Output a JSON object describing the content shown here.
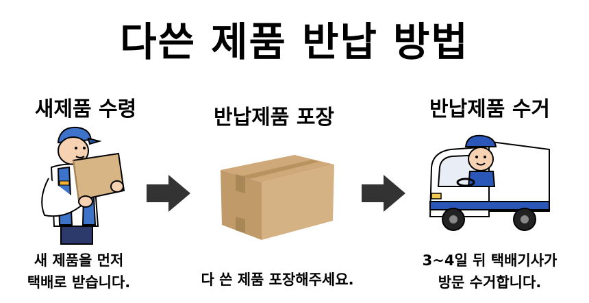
{
  "title": "다쓴 제품 반납 방법",
  "steps": [
    {
      "title": "새제품 수령",
      "desc_lines": [
        "새 제품을 먼저",
        "택배로 받습니다."
      ]
    },
    {
      "title": "반납제품 포장",
      "desc_lines": [
        "다 쓴 제품 포장해주세요."
      ]
    },
    {
      "title": "반납제품 수거",
      "desc_lines": [
        "3~4일 뒤 택배기사가",
        "방문 수거합니다."
      ]
    }
  ],
  "colors": {
    "arrow": "#333333",
    "box": "#c9a877",
    "uniform_blue": "#3d74c9",
    "truck_blue": "#2a57b8"
  }
}
